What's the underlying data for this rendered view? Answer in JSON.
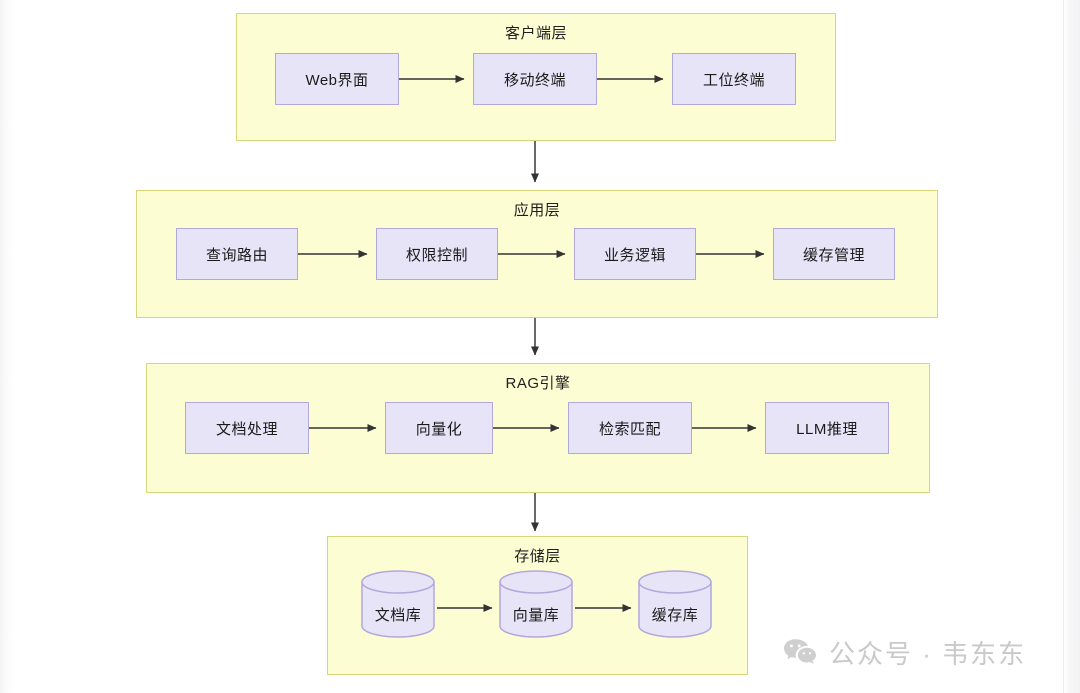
{
  "diagram": {
    "type": "layered-architecture-flowchart",
    "colors": {
      "layer_fill": "#fdfdd4",
      "layer_border": "#d6d67b",
      "node_fill": "#e8e4f8",
      "node_border": "#b2a8dc",
      "arrow": "#333333",
      "page_background": "#ffffff",
      "watermark": "#c9c9c9"
    },
    "layers": [
      {
        "id": "client-layer",
        "title": "客户端层",
        "nodes": [
          {
            "id": "web-ui",
            "label": "Web界面"
          },
          {
            "id": "mobile-terminal",
            "label": "移动终端"
          },
          {
            "id": "workstation-terminal",
            "label": "工位终端"
          }
        ]
      },
      {
        "id": "application-layer",
        "title": "应用层",
        "nodes": [
          {
            "id": "query-routing",
            "label": "查询路由"
          },
          {
            "id": "permission-control",
            "label": "权限控制"
          },
          {
            "id": "business-logic",
            "label": "业务逻辑"
          },
          {
            "id": "cache-management",
            "label": "缓存管理"
          }
        ]
      },
      {
        "id": "rag-engine-layer",
        "title": "RAG引擎",
        "nodes": [
          {
            "id": "document-processing",
            "label": "文档处理"
          },
          {
            "id": "vectorization",
            "label": "向量化"
          },
          {
            "id": "retrieval-matching",
            "label": "检索匹配"
          },
          {
            "id": "llm-inference",
            "label": "LLM推理"
          }
        ]
      },
      {
        "id": "storage-layer",
        "title": "存储层",
        "nodes": [
          {
            "id": "document-store",
            "label": "文档库"
          },
          {
            "id": "vector-store",
            "label": "向量库"
          },
          {
            "id": "cache-store",
            "label": "缓存库"
          }
        ]
      }
    ]
  },
  "watermark": {
    "icon": "wechat-icon",
    "text": "公众号 · 韦东东"
  }
}
